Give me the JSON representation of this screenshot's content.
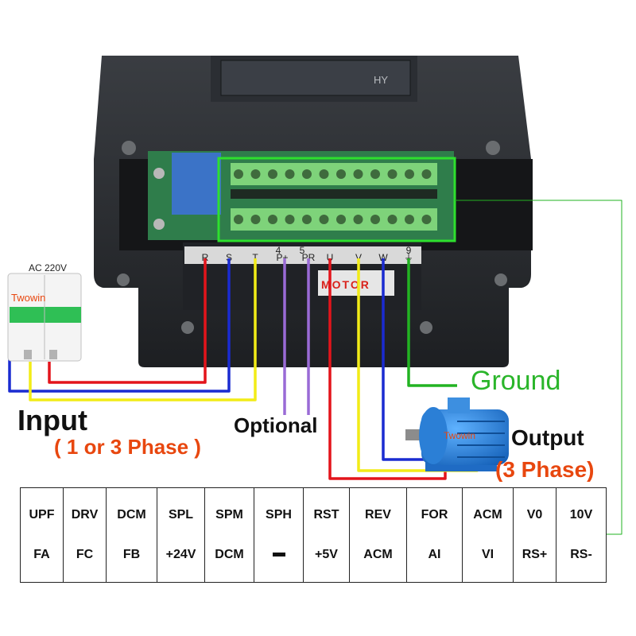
{
  "device": {
    "brand_label": "HY",
    "breaker_rating": "AC  220V",
    "breaker_brand": "Twowin",
    "motor_brand": "Twowin",
    "motor_plate": "MOTOR",
    "terminal_markings": [
      "R",
      "S",
      "T",
      "P+",
      "PR",
      "U",
      "V",
      "W",
      "⏚"
    ],
    "terminal_header_markings": [
      "4",
      "5",
      "9"
    ]
  },
  "labels": {
    "input": "Input",
    "input_phase": "( 1 or 3 Phase )",
    "optional": "Optional",
    "ground": "Ground",
    "output": "Output",
    "output_phase": "(3 Phase)"
  },
  "colors": {
    "red_wire": "#e3141b",
    "blue_wire": "#1a2bd1",
    "yellow_wire": "#f2ec17",
    "purple_wire": "#9a6bd6",
    "green_wire": "#22b322",
    "highlight_box": "#2ee02e",
    "orange_text": "#e8470f",
    "ground_text": "#2ab52a"
  },
  "terminal_table": {
    "top_row": [
      "UPF",
      "DRV",
      "DCM",
      "SPL",
      "SPM",
      "SPH",
      "RST",
      "REV",
      "FOR",
      "ACM",
      "V0",
      "10V"
    ],
    "bottom_row": [
      "FA",
      "FC",
      "FB",
      "+24V",
      "DCM",
      "",
      "+5V",
      "ACM",
      "AI",
      "VI",
      "RS+",
      "RS-"
    ]
  }
}
